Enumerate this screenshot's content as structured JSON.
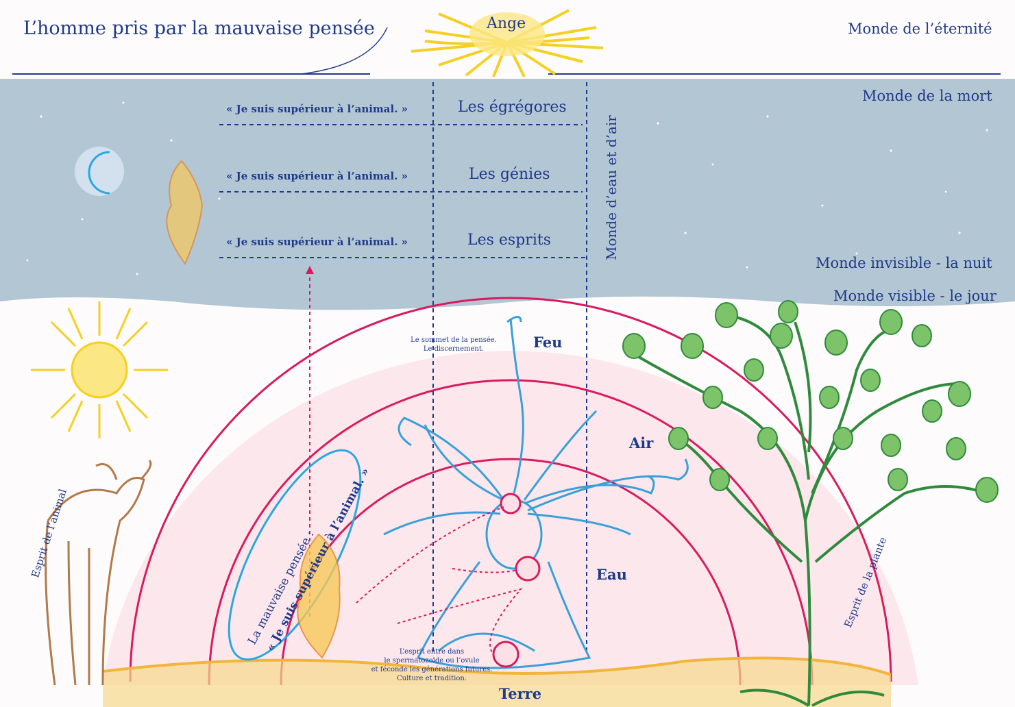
{
  "title": "L’homme pris par la mauvaise pensée",
  "sun_label": "Ange",
  "worlds": {
    "eternity": "Monde de l’éternité",
    "death": "Monde de la mort",
    "invisible": "Monde invisible - la nuit",
    "visible": "Monde visible - le jour",
    "water_air": "Monde d’eau et d’air"
  },
  "quotes": [
    "« Je suis supérieur à l’animal. »",
    "« Je suis supérieur à l’animal. »",
    "« Je suis supérieur à l’animal. »"
  ],
  "beings": [
    "Les égrégores",
    "Les génies",
    "Les esprits"
  ],
  "elements": {
    "fire": "Feu",
    "air": "Air",
    "water": "Eau",
    "earth": "Terre"
  },
  "notes": {
    "summit": "Le sommet de la pensée.\nLe discernement.",
    "seed": "L’esprit entre dans\nle spermatozoïde ou l’ovule\net féconde les générations futures.\nCulture et tradition.",
    "thought_line1": "La mauvaise pensée :",
    "thought_line2": "« Je suis supérieur à l’animal. »",
    "animal": "Esprit de l’animal",
    "plant": "Esprit de la plante"
  },
  "colors": {
    "ink": "#1e3a8a",
    "night_band": "#b3c6d3",
    "rainbow": "#d91a5e",
    "sun": "#f5d020",
    "earth": "#f2b53a",
    "tree": "#2f8a3c",
    "leaf": "#7cc36a",
    "spirit": "#f0a830",
    "human": "#3aa0d8",
    "deer": "#b07a4a"
  }
}
